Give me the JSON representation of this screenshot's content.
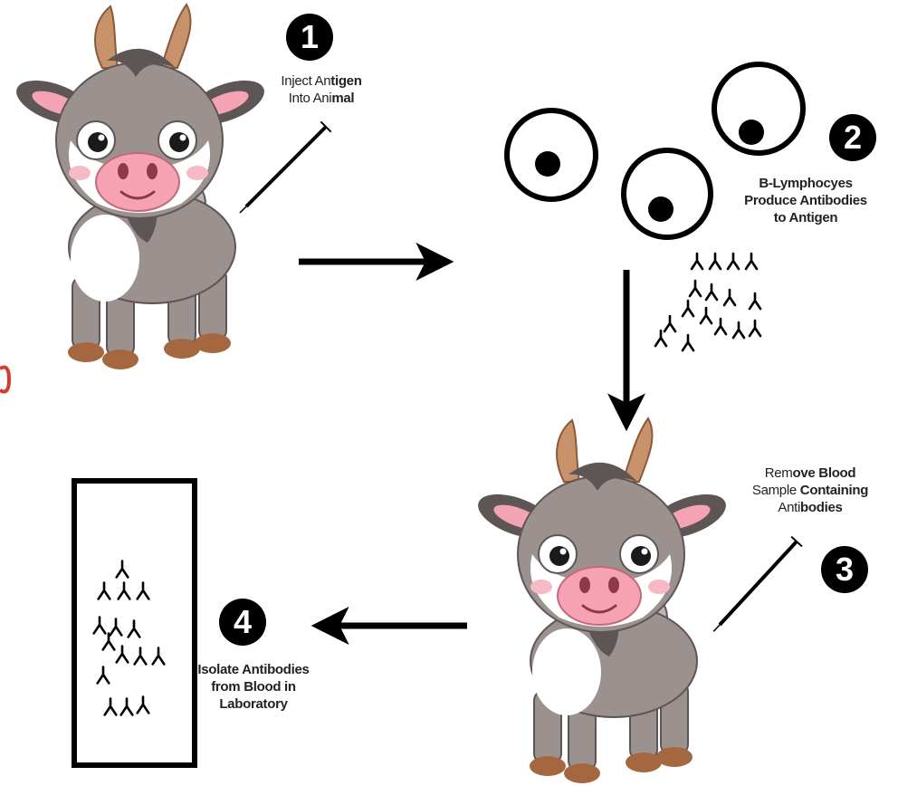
{
  "steps": [
    {
      "number": "1",
      "label_lines": [
        [
          {
            "t": "Inject ",
            "b": false
          },
          {
            "t": "An",
            "b": false
          },
          {
            "t": "tigen",
            "b": true
          }
        ],
        [
          {
            "t": "Into Ani",
            "b": false
          },
          {
            "t": "mal",
            "b": true
          }
        ]
      ]
    },
    {
      "number": "2",
      "label_lines": [
        [
          {
            "t": "B-Lymphocyes",
            "b": true
          }
        ],
        [
          {
            "t": "Produce Antibodies",
            "b": true
          }
        ],
        [
          {
            "t": "to Antigen",
            "b": true
          }
        ]
      ]
    },
    {
      "number": "3",
      "label_lines": [
        [
          {
            "t": "Rem",
            "b": false
          },
          {
            "t": "ove Blood",
            "b": true
          }
        ],
        [
          {
            "t": "Sample ",
            "b": false
          },
          {
            "t": "Containing",
            "b": true
          }
        ],
        [
          {
            "t": "Anti",
            "b": false
          },
          {
            "t": "bodies",
            "b": true
          }
        ]
      ]
    },
    {
      "number": "4",
      "label_lines": [
        [
          {
            "t": "Isolate Antibodies",
            "b": true
          }
        ],
        [
          {
            "t": "from Blood in",
            "b": true
          }
        ],
        [
          {
            "t": "Laboratory",
            "b": true
          }
        ]
      ]
    }
  ],
  "colors": {
    "goat_body": "#9b9290",
    "goat_dark": "#5e5654",
    "goat_white": "#ffffff",
    "ear_inner": "#f4a3b5",
    "muzzle": "#f6a2b2",
    "horn": "#c8926a",
    "hoof": "#a5673f",
    "ink": "#000000",
    "edge_mark": "#d33b2f"
  },
  "icons": [
    "goat-illustration",
    "syringe-icon",
    "b-lymphocyte-cell",
    "antibody-y-shape",
    "arrow-right",
    "arrow-down",
    "arrow-left",
    "lab-tube"
  ]
}
